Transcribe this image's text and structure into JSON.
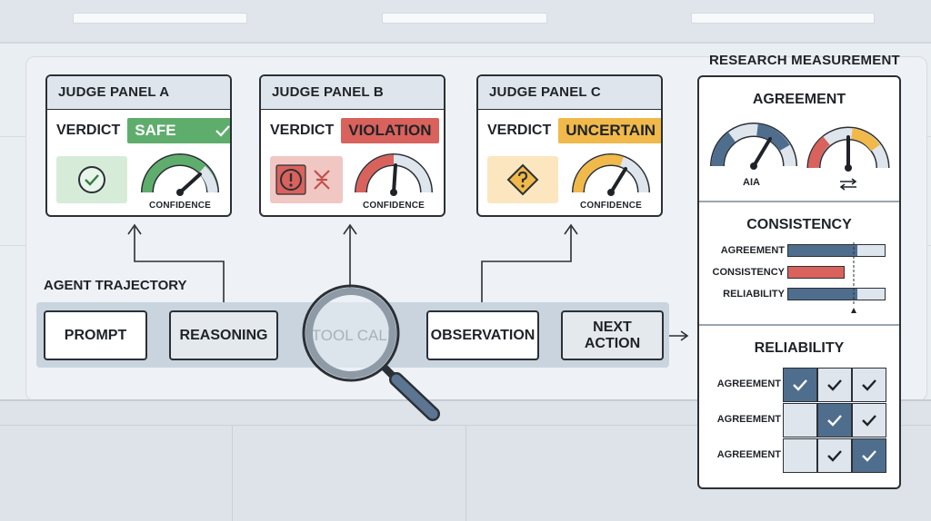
{
  "colors": {
    "safe": "#5fad6d",
    "violation": "#d9625c",
    "uncertain": "#f0b94a",
    "steel": "#4f6e8e",
    "outline": "#2b3036"
  },
  "panels": [
    {
      "title": "JUDGE PANEL A",
      "verdict_label": "VERDICT",
      "verdict": "SAFE",
      "verdict_icon": "check-icon",
      "status_icon": "check-circle-icon",
      "confidence_label": "CONFIDENCE"
    },
    {
      "title": "JUDGE PANEL B",
      "verdict_label": "VERDICT",
      "verdict": "VIOLATION",
      "status_icon": "alert-circle-icon",
      "secondary_icon": "broken-link-icon",
      "confidence_label": "CONFIDENCE"
    },
    {
      "title": "JUDGE PANEL C",
      "verdict_label": "VERDICT",
      "verdict": "UNCERTAIN",
      "status_icon": "question-diamond-icon",
      "confidence_label": "CONFIDENCE"
    }
  ],
  "trajectory": {
    "label": "AGENT TRAJECTORY",
    "steps": [
      "PROMPT",
      "REASONING",
      "TOOL CALL",
      "OBSERVATION",
      "NEXT ACTION"
    ],
    "inspect_icon": "magnifier-icon"
  },
  "measurement": {
    "title": "RESEARCH MEASUREMENT",
    "agreement": {
      "title": "AGREEMENT",
      "gauge_caption": "AIA",
      "swap_icon": "swap-arrows-icon"
    },
    "consistency": {
      "title": "CONSISTENCY",
      "bars": [
        {
          "label": "AGREEMENT",
          "value": 0.72
        },
        {
          "label": "CONSISTENCY",
          "value": 0.58
        },
        {
          "label": "RELIABILITY",
          "value": 0.72
        }
      ]
    },
    "reliability": {
      "title": "RELIABILITY",
      "rows": [
        {
          "label": "AGREEMENT",
          "cells": [
            "filled-check",
            "check",
            "check"
          ]
        },
        {
          "label": "AGREEMENT",
          "cells": [
            "empty",
            "filled-check",
            "check"
          ]
        },
        {
          "label": "AGREEMENT",
          "cells": [
            "empty",
            "check",
            "filled-check"
          ]
        }
      ]
    }
  }
}
